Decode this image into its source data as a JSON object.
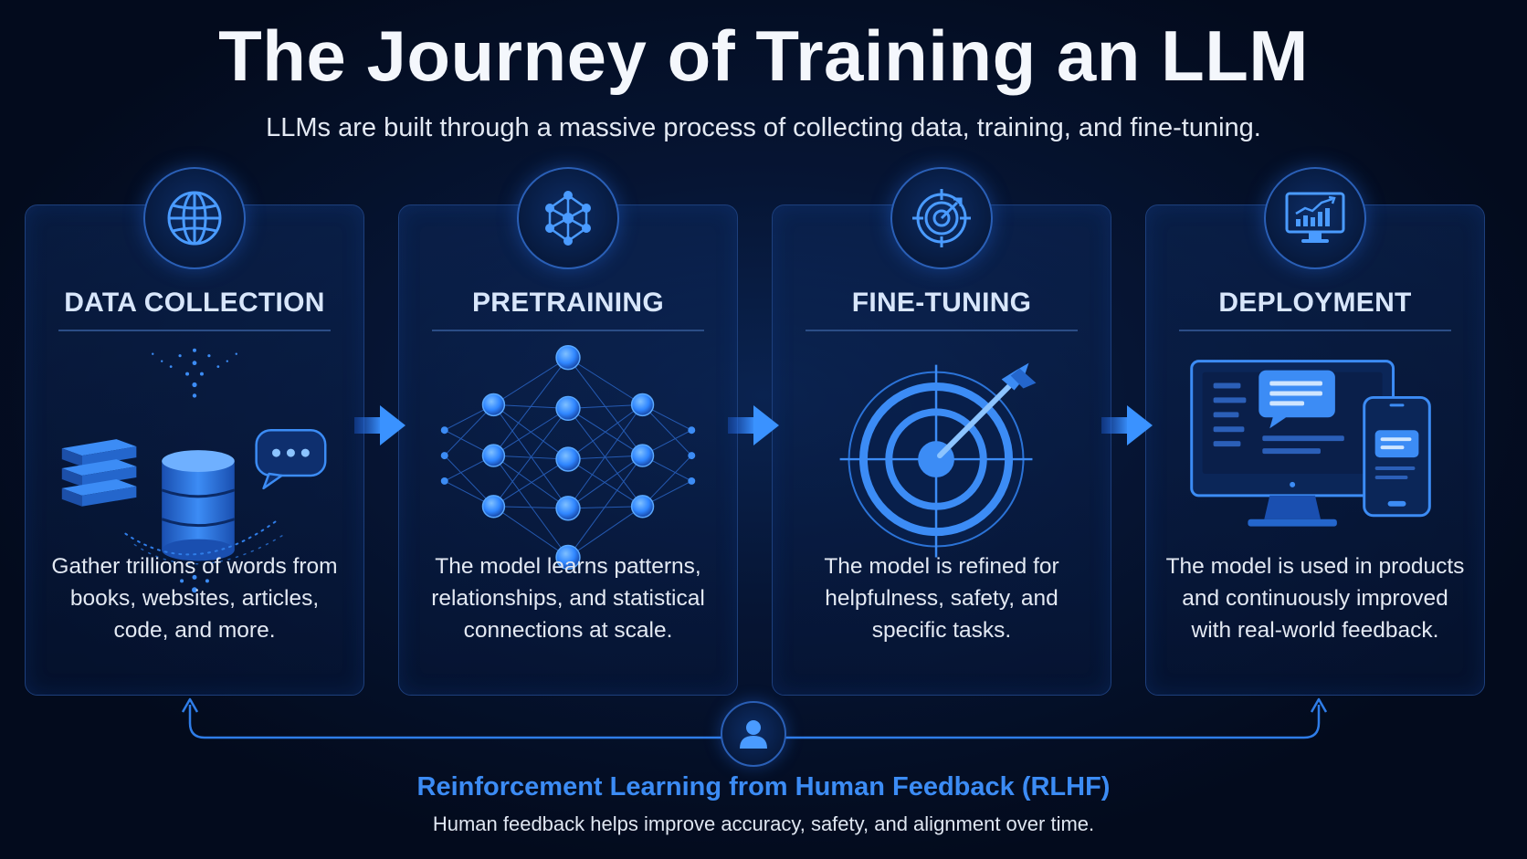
{
  "header": {
    "title": "The Journey of Training an LLM",
    "subtitle": "LLMs are built through a massive process of collecting data, training, and fine-tuning."
  },
  "stages": [
    {
      "title": "DATA COLLECTION",
      "icon": "globe-icon",
      "description": "Gather trillions of words from books, websites, articles, code, and more."
    },
    {
      "title": "PRETRAINING",
      "icon": "network-icon",
      "description": "The model learns patterns, relationships, and statistical connections at scale."
    },
    {
      "title": "FINE-TUNING",
      "icon": "target-icon",
      "description": "The model is refined for helpfulness, safety, and specific tasks."
    },
    {
      "title": "DEPLOYMENT",
      "icon": "monitor-chart-icon",
      "description": "The model is used in products and continuously improved with real-world feedback."
    }
  ],
  "feedback": {
    "icon": "person-icon",
    "title": "Reinforcement Learning from Human Feedback (RLHF)",
    "description": "Human feedback helps improve accuracy, safety, and alignment over time."
  },
  "colors": {
    "background": "#030b1d",
    "accent": "#2f86ff",
    "card_border": "#1d3f7c",
    "rlhf_title": "#3c8cf5"
  }
}
